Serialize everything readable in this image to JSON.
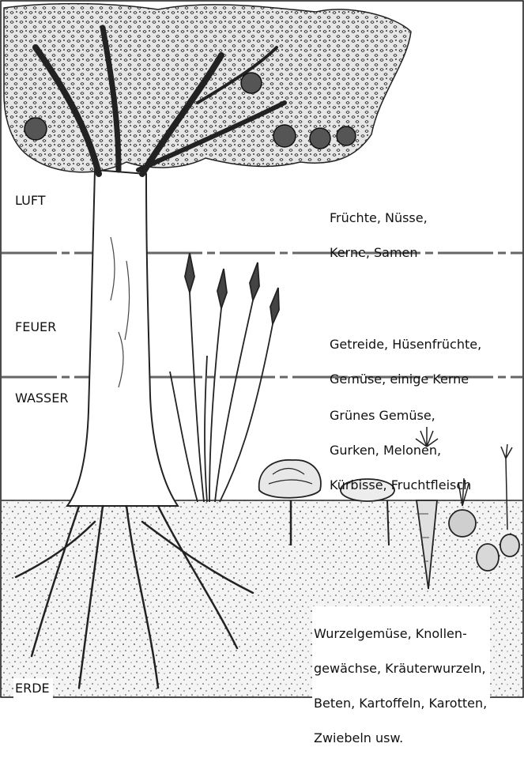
{
  "zones": [
    {
      "name": "LUFT",
      "items": [
        "Früchte, Nüsse,",
        "Kerne, Samen"
      ]
    },
    {
      "name": "FEUER",
      "items": [
        "Getreide, Hüsenfrüchte,",
        "Gemüse, einige Kerne"
      ]
    },
    {
      "name": "WASSER",
      "items": [
        "Grünes Gemüse,",
        "Gurken, Melonen,",
        "Kürbisse, Fruchtfleisch"
      ]
    },
    {
      "name": "ERDE",
      "items": [
        "Wurzelgemüse, Knollen-",
        "gewächse, Kräuterwurzeln,",
        "Beten, Kartoffeln, Karotten,",
        "Zwiebeln usw."
      ]
    }
  ],
  "colors": {
    "ink": "#111111",
    "soil": "#efefef",
    "foliage": "#d9d9d9",
    "paper": "#ffffff"
  },
  "icons": [
    "tree-illustration",
    "grain-stalks-illustration",
    "cabbage-icon",
    "potato-icon",
    "carrot-icon",
    "beet-icon",
    "onion-icon",
    "apple-icon"
  ]
}
